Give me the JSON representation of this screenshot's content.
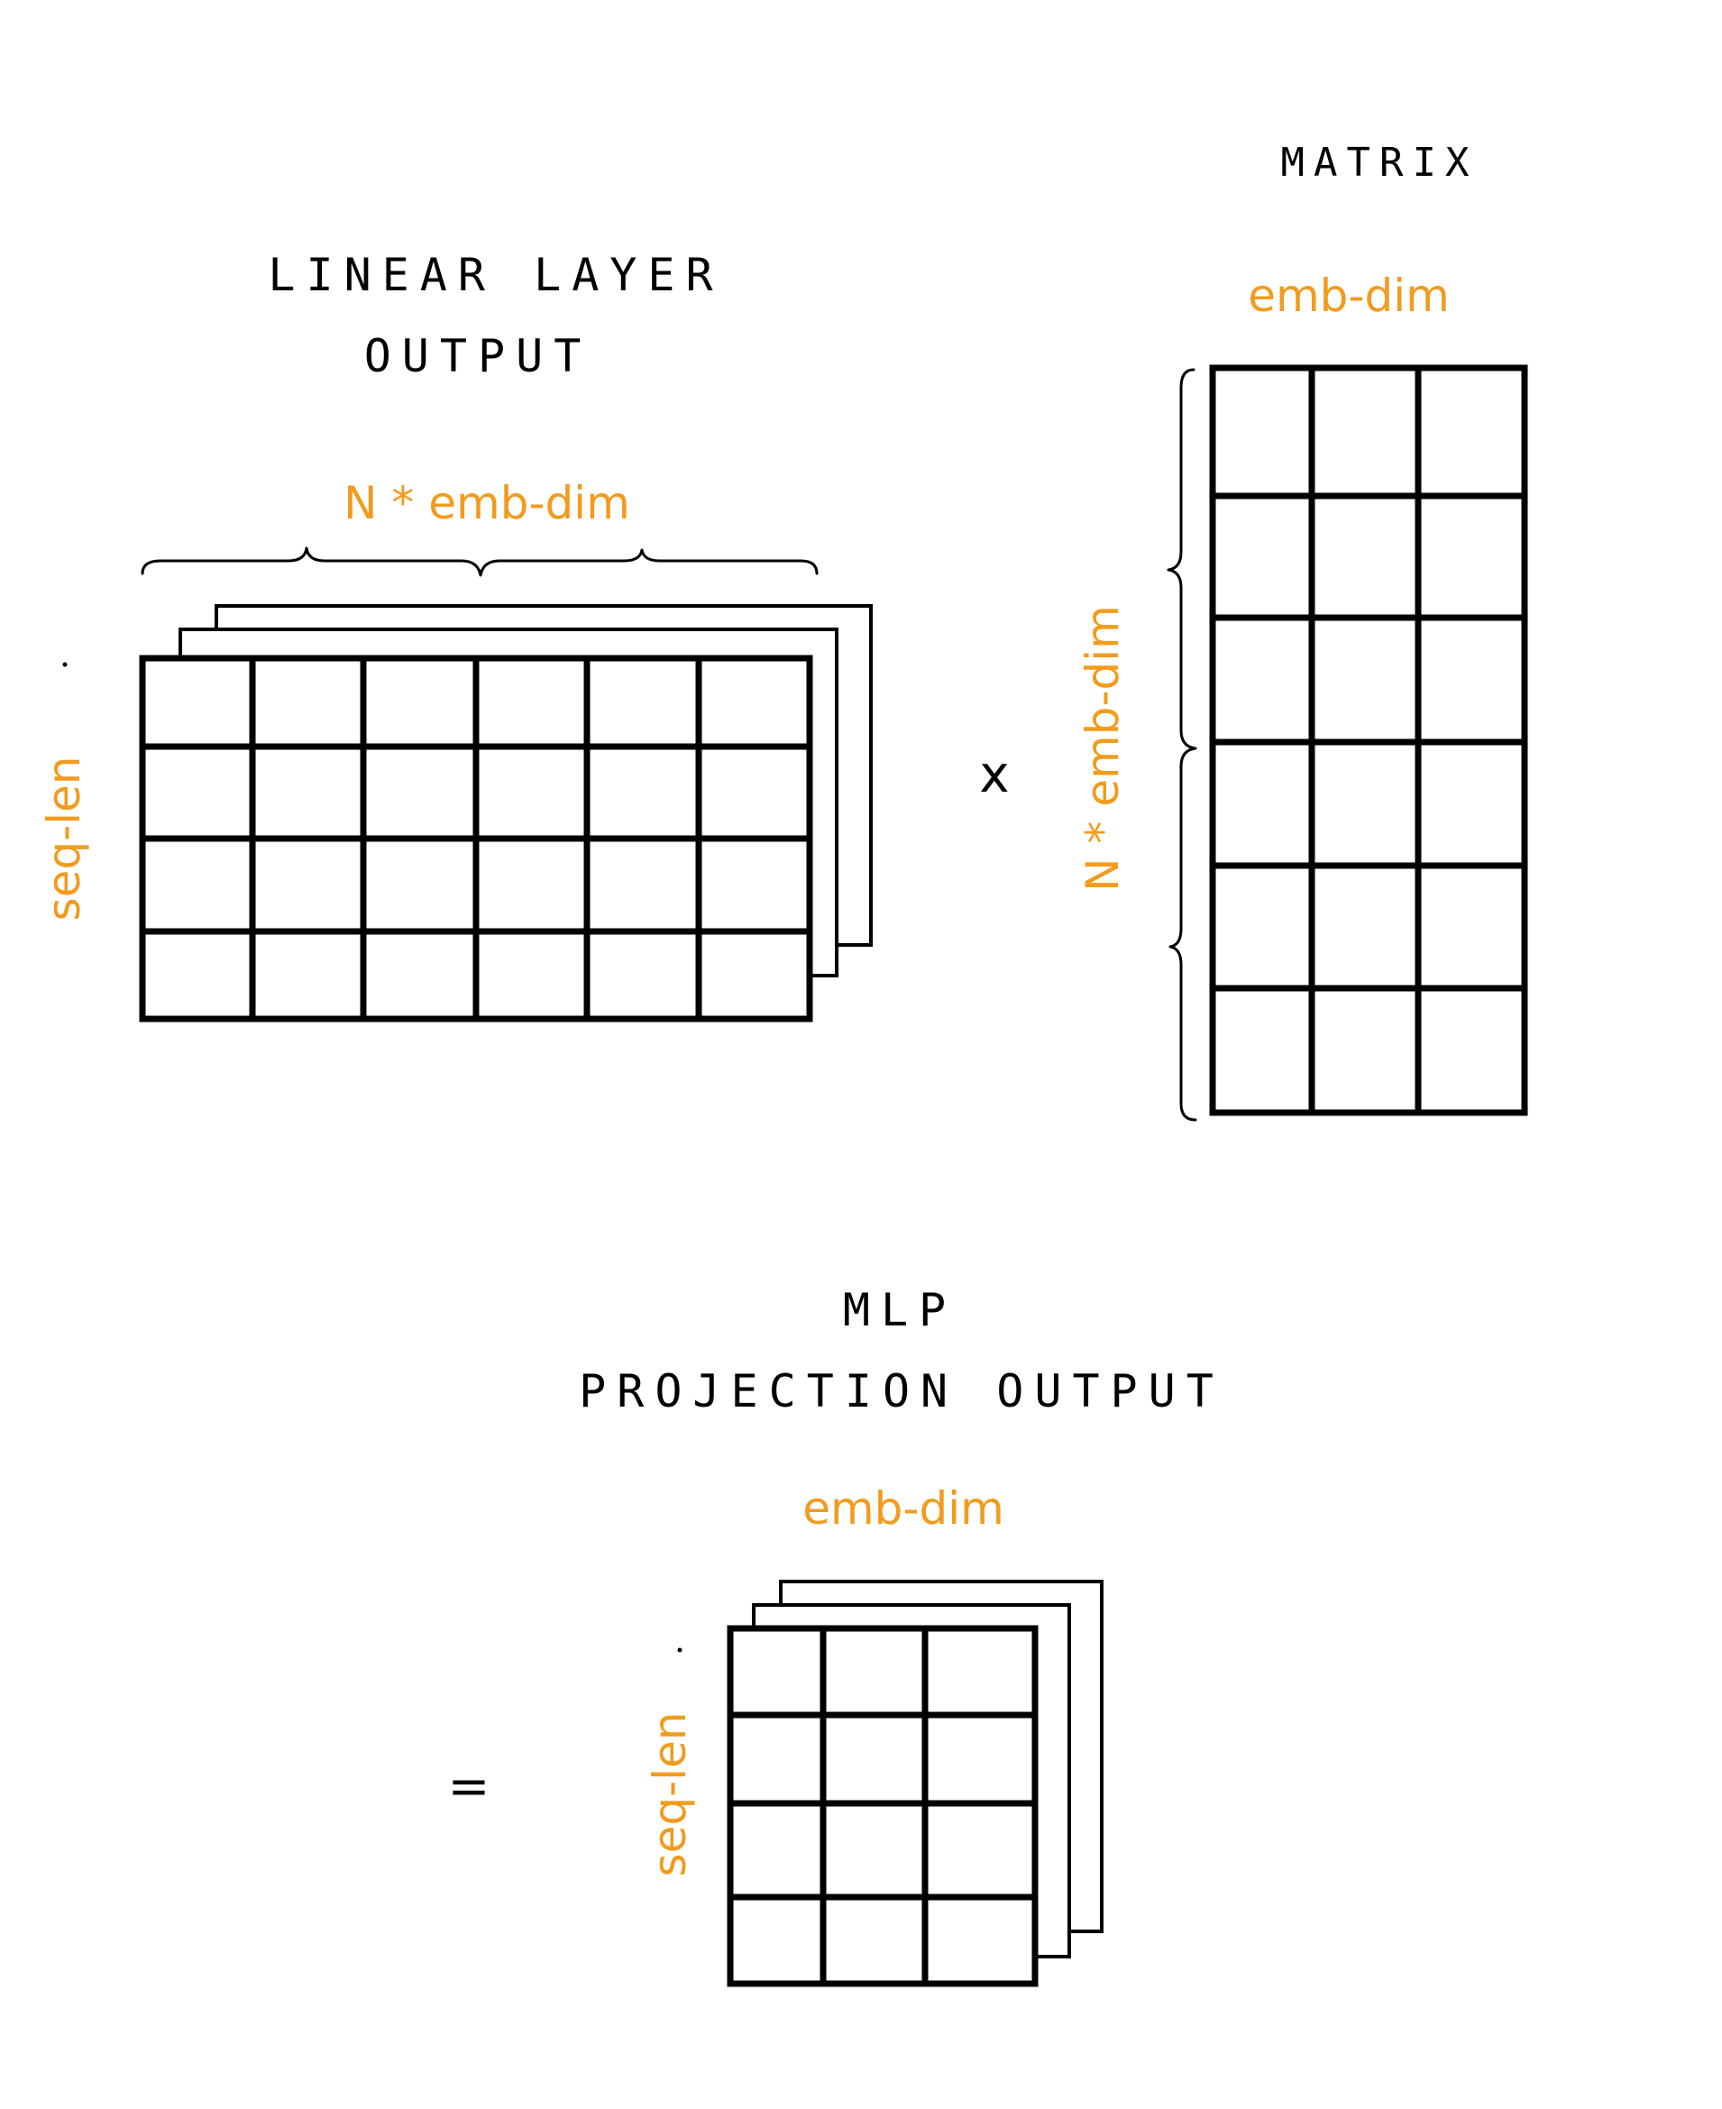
{
  "titles": {
    "linear_line1": "LINEAR LAYER",
    "linear_line2": "OUTPUT",
    "matrix": "MATRIX",
    "mlp_line1": "MLP",
    "mlp_line2": "PROJECTION OUTPUT"
  },
  "labels": {
    "linear_width": "N * emb-dim",
    "linear_height": "seq-len",
    "matrix_width": "emb-dim",
    "matrix_height": "N * emb-dim",
    "output_width": "emb-dim",
    "output_height": "seq-len"
  },
  "operators": {
    "multiply": "x",
    "equals": "="
  },
  "colors": {
    "accent": "#f29b1d",
    "ink": "#000000"
  }
}
